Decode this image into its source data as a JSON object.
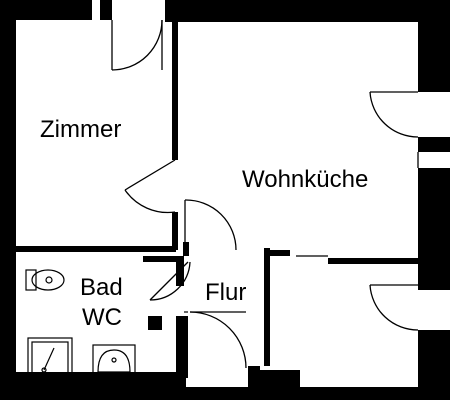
{
  "floorplan": {
    "rooms": [
      {
        "id": "zimmer",
        "label": "Zimmer"
      },
      {
        "id": "wohnkueche",
        "label": "Wohnküche"
      },
      {
        "id": "flur",
        "label": "Flur"
      },
      {
        "id": "bad",
        "label": "Bad"
      },
      {
        "id": "wc",
        "label": "WC"
      }
    ],
    "fixtures": [
      "toilet",
      "shower",
      "washbasin"
    ],
    "colors": {
      "wall": "#000000",
      "floor": "#ffffff",
      "line": "#000000"
    }
  }
}
